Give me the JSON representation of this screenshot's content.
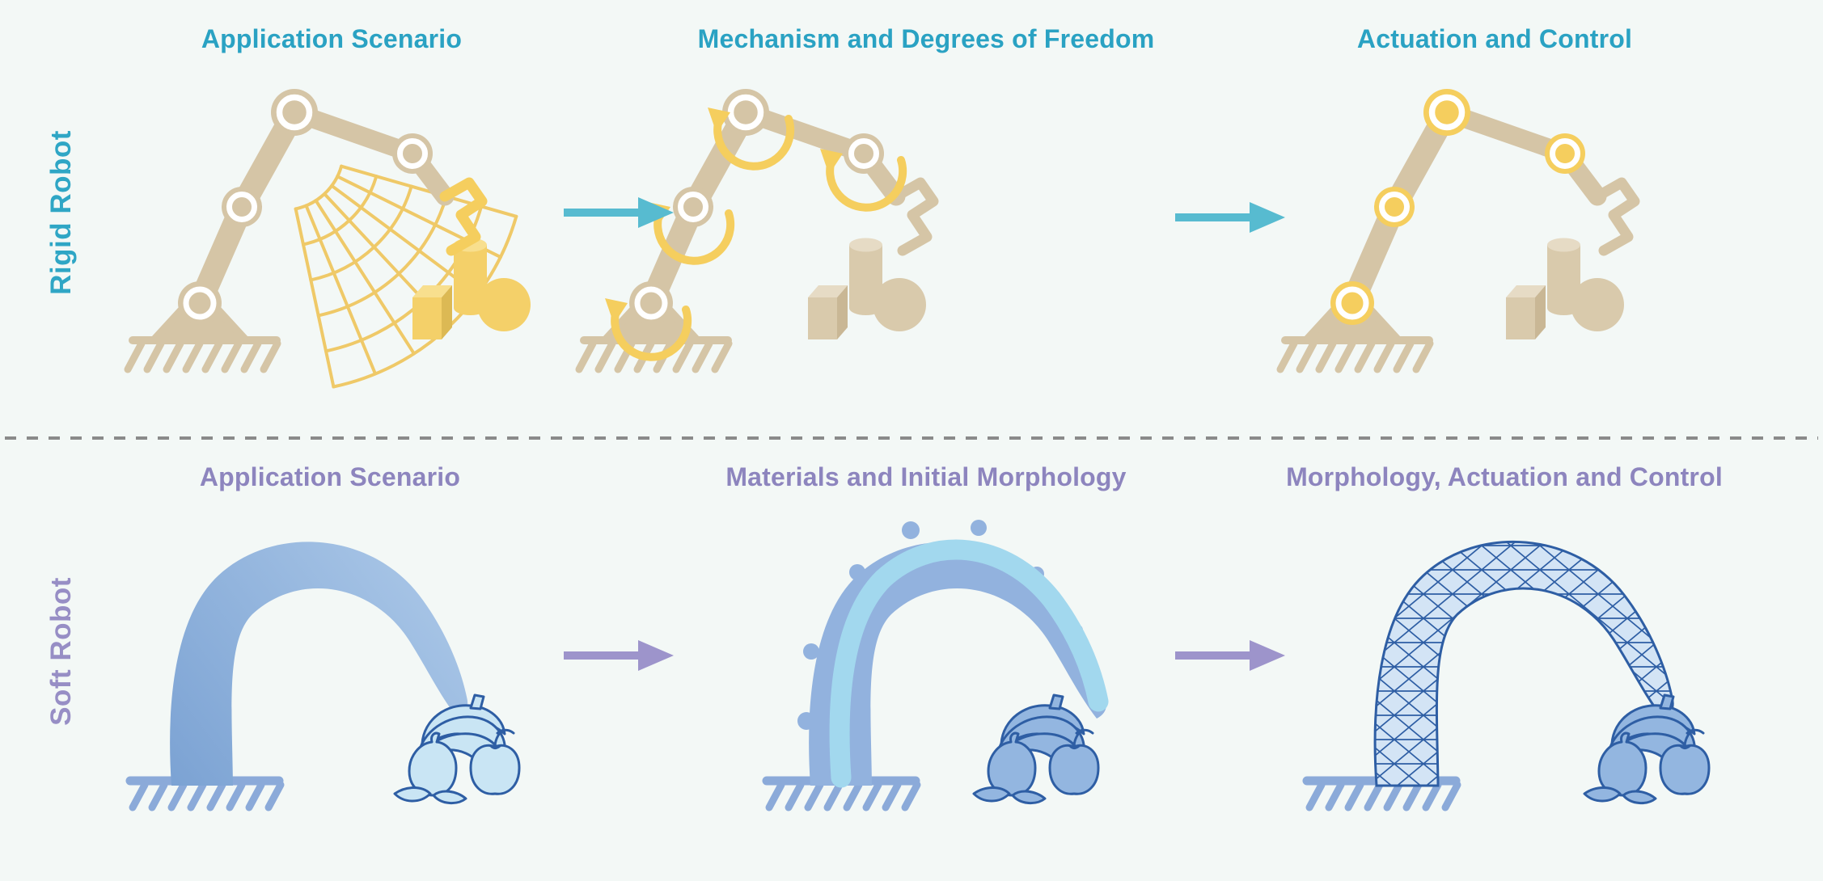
{
  "figure": {
    "rows": [
      {
        "id": "rigid",
        "label": "Rigid Robot",
        "accent": "#2aa2c3",
        "label_color": "#2fa6c5",
        "arrow_color": "#57bbd0",
        "steps": [
          {
            "title": "Application Scenario"
          },
          {
            "title": "Mechanism and Degrees of Freedom"
          },
          {
            "title": "Actuation and Control"
          }
        ]
      },
      {
        "id": "soft",
        "label": "Soft Robot",
        "accent": "#8d85be",
        "label_color": "#978ec5",
        "arrow_color": "#9d94cb",
        "steps": [
          {
            "title": "Application Scenario"
          },
          {
            "title": "Materials and Initial Morphology"
          },
          {
            "title": "Morphology, Actuation and Control"
          }
        ]
      }
    ],
    "colors": {
      "background": "#f3f8f6",
      "divider": "#8a8a8a",
      "arm_tan": "#d5c5a6",
      "highlight_yellow": "#f5ce5e",
      "grid_yellow": "#efc968",
      "object_yellow_top": "#f8df8e",
      "object_yellow_side": "#dcb954",
      "object_tan_top": "#e6dbc5",
      "object_tan_side": "#c9b795",
      "soft_blue": "#8caad9",
      "soft_gradient_dark": "#7ba2d3",
      "soft_gradient_light": "#aecae9",
      "soft_core_cyan": "#a2d8ee",
      "mesh_blue": "#2e5ea4",
      "fruit_light": "#c9e5f4",
      "fruit_medium": "#93b6e0"
    }
  }
}
